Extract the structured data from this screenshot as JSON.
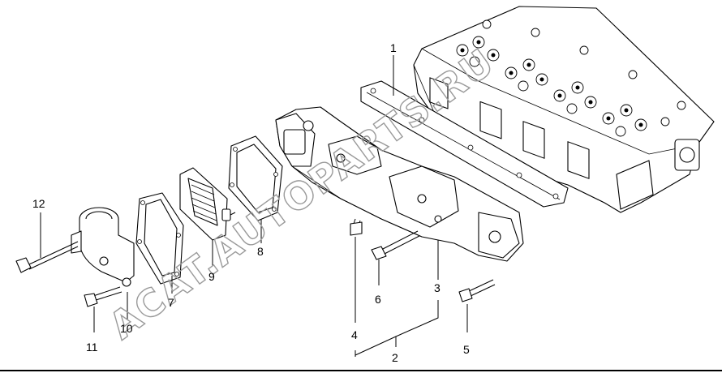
{
  "callouts": {
    "c1": "1",
    "c2": "2",
    "c3": "3",
    "c4": "4",
    "c5": "5",
    "c6": "6",
    "c7": "7",
    "c8": "8",
    "c9": "9",
    "c10": "10",
    "c11": "11",
    "c12": "12"
  },
  "watermark": {
    "text": "ACAT.AUTOPARTS.RU"
  },
  "icons": {
    "parts": [
      "cylinder-head",
      "intake-gasket",
      "intake-manifold",
      "flange-gasket",
      "intake-heater",
      "elbow-connector",
      "bolt",
      "stud"
    ]
  }
}
